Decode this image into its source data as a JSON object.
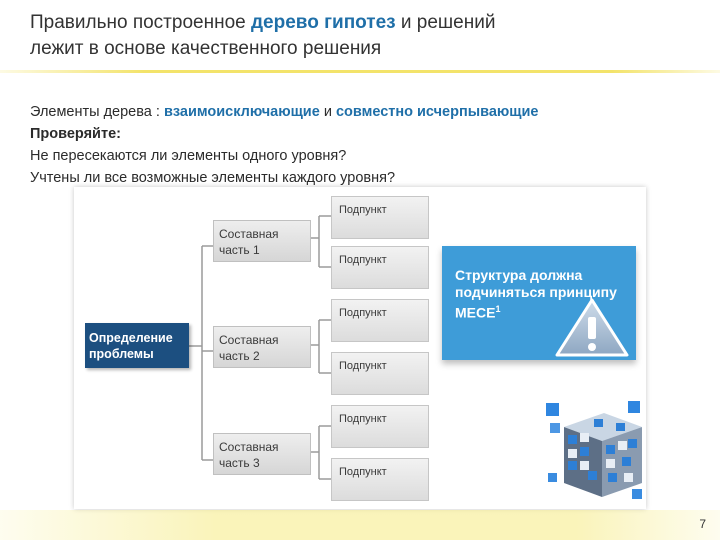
{
  "title": {
    "part1": "Правильно построенное ",
    "highlight": "дерево гипотез",
    "part2": " и решений",
    "line2": "лежит в основе качественного решения"
  },
  "intro": {
    "elements_prefix": "Элементы дерева : ",
    "mutually_exclusive": "взаимоисключающие",
    "and": " и ",
    "collectively_exhaustive": "совместно исчерпывающие",
    "check_label": "Проверяйте:",
    "question1": "Не пересекаются ли элементы одного уровня?",
    "question2": "Учтены ли все возможные элементы каждого уровня?"
  },
  "tree": {
    "root": "Определение проблемы",
    "branches": [
      {
        "label": "Составная часть 1",
        "children": [
          "Подпункт",
          "Подпункт"
        ]
      },
      {
        "label": "Составная часть 2",
        "children": [
          "Подпункт",
          "Подпункт"
        ]
      },
      {
        "label": "Составная часть 3",
        "children": [
          "Подпункт",
          "Подпункт"
        ]
      }
    ]
  },
  "callout": {
    "text": "Структура должна подчиняться принципу МЕСЕ",
    "superscript": "1",
    "icon": "warning-triangle-icon"
  },
  "decor": {
    "image": "cubes-image"
  },
  "colors": {
    "accent_blue": "#1f6fa8",
    "root_box": "#1c4f80",
    "callout_box": "#3e9cd8",
    "yellow_rule": "#f3e36a"
  },
  "page_number": "7"
}
